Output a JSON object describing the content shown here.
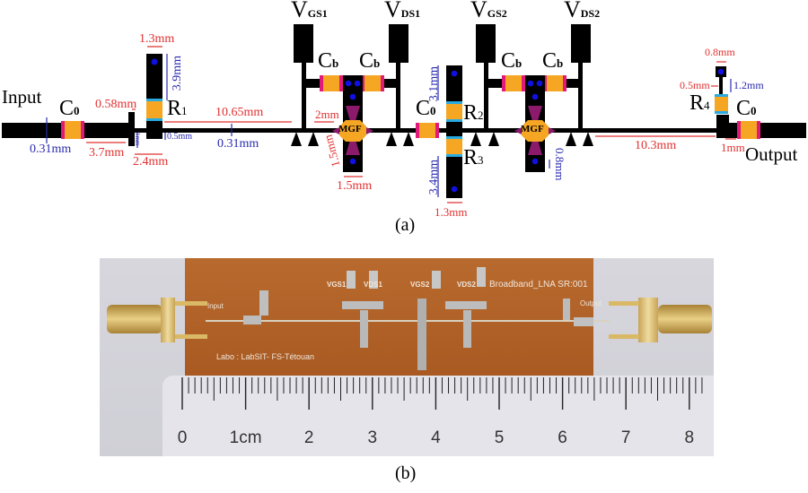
{
  "figure_a": {
    "caption": "(a)",
    "ports": {
      "input": "Input",
      "output": "Output"
    },
    "bias": {
      "vgs1": {
        "main": "V",
        "sub": "GS1"
      },
      "vds1": {
        "main": "V",
        "sub": "DS1"
      },
      "vgs2": {
        "main": "V",
        "sub": "GS2"
      },
      "vds2": {
        "main": "V",
        "sub": "DS2"
      }
    },
    "components": {
      "c0_in": {
        "main": "C",
        "sub": "0"
      },
      "c0_mid": {
        "main": "C",
        "sub": "0"
      },
      "c0_out": {
        "main": "C",
        "sub": "0"
      },
      "cb1": {
        "main": "C",
        "sub": "b"
      },
      "cb2": {
        "main": "C",
        "sub": "b"
      },
      "cb3": {
        "main": "C",
        "sub": "b"
      },
      "cb4": {
        "main": "C",
        "sub": "b"
      },
      "r1": {
        "main": "R",
        "sub": "1"
      },
      "r2": {
        "main": "R",
        "sub": "2"
      },
      "r3": {
        "main": "R",
        "sub": "3"
      },
      "r4": {
        "main": "R",
        "sub": "4"
      },
      "mgf1": "MGF",
      "mgf2": "MGF"
    },
    "dimensions": {
      "d_031_in": "0.31mm",
      "d_37": "3.7mm",
      "d_058": "0.58mm",
      "d_1mm_stub": "1mm",
      "d_24": "2.4mm",
      "d_13_r1": "1.3mm",
      "d_39": "3.9mm",
      "d_05_r1": "0.5mm",
      "d_1065": "10.65mm",
      "d_031_mid": "0.31mm",
      "d_2mm": "2mm",
      "d_15_v": "1.5mm",
      "d_15_h": "1.5mm",
      "d_31": "3.1mm",
      "d_34": "3.4mm",
      "d_13_r2": "1.3mm",
      "d_08_v": "0.8mm",
      "d_103": "10.3mm",
      "d_1mm_out": "1mm",
      "d_08_r4": "0.8mm",
      "d_05_r4": "0.5mm",
      "d_12": "1.2mm"
    },
    "colors": {
      "trace": "#000000",
      "capacitor": "#f5a623",
      "cap_end": "#e0197a",
      "resistor_band": "#29abe2",
      "via": "#1010e0",
      "transistor_body": "#8b1a6b",
      "dim_red": "#e03030",
      "dim_blue": "#2a2ab0"
    }
  },
  "figure_b": {
    "caption": "(b)",
    "board_labels": {
      "input": "Input",
      "output": "Output",
      "vgs1": "VGS1",
      "vds1": "VDS1",
      "vgs2": "VGS2",
      "vds2": "VDS2",
      "title": "Broadband_LNA  SR:001",
      "lab": "Labo : LabSIT- FS-Tétouan"
    },
    "ruler": {
      "ticks": [
        "0",
        "1cm",
        "2",
        "3",
        "4",
        "5",
        "6",
        "7",
        "8"
      ]
    },
    "colors": {
      "board": "#b5652a",
      "connector": "#c9a24a",
      "background": "#d9d8de",
      "ruler": "#e6e6ea"
    }
  }
}
